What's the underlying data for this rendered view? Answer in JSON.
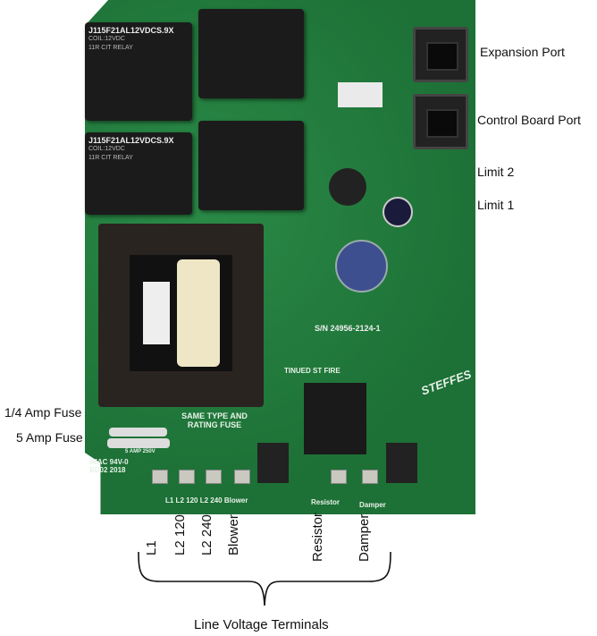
{
  "callouts": {
    "expansion_port": "Expansion Port",
    "control_board_port": "Control Board Port",
    "limit_2": "Limit 2",
    "limit_1": "Limit 1",
    "quarter_amp_fuse": "1/4 Amp Fuse",
    "five_amp_fuse": "5 Amp Fuse"
  },
  "terminals": {
    "items": [
      "L1",
      "L2 120",
      "L2 240",
      "Blower",
      "Resistor",
      "Damper"
    ],
    "group_label": "Line Voltage Terminals"
  },
  "board": {
    "relay_part": "J115F21AL12VDCS.9X",
    "relay_coil": "COIL:12VDC",
    "relay_brand": "11R  CIT RELAY",
    "serial": "S/N 24956-2124-1",
    "fuse_note": "SAME TYPE AND RATING FUSE",
    "fuse_rating": "5 AMP 250V",
    "brand": "STEFFES",
    "terminal_silk": "L1  L2 120  L2 240  Blower",
    "resistor_silk": "Resistor",
    "damper_silk": "Damper",
    "continued": "TINUED ST FIRE",
    "date": "IMAC 94V-0 BD02 2018"
  },
  "colors": {
    "board": "#1f7a3c",
    "relay": "#1b1b1b"
  }
}
